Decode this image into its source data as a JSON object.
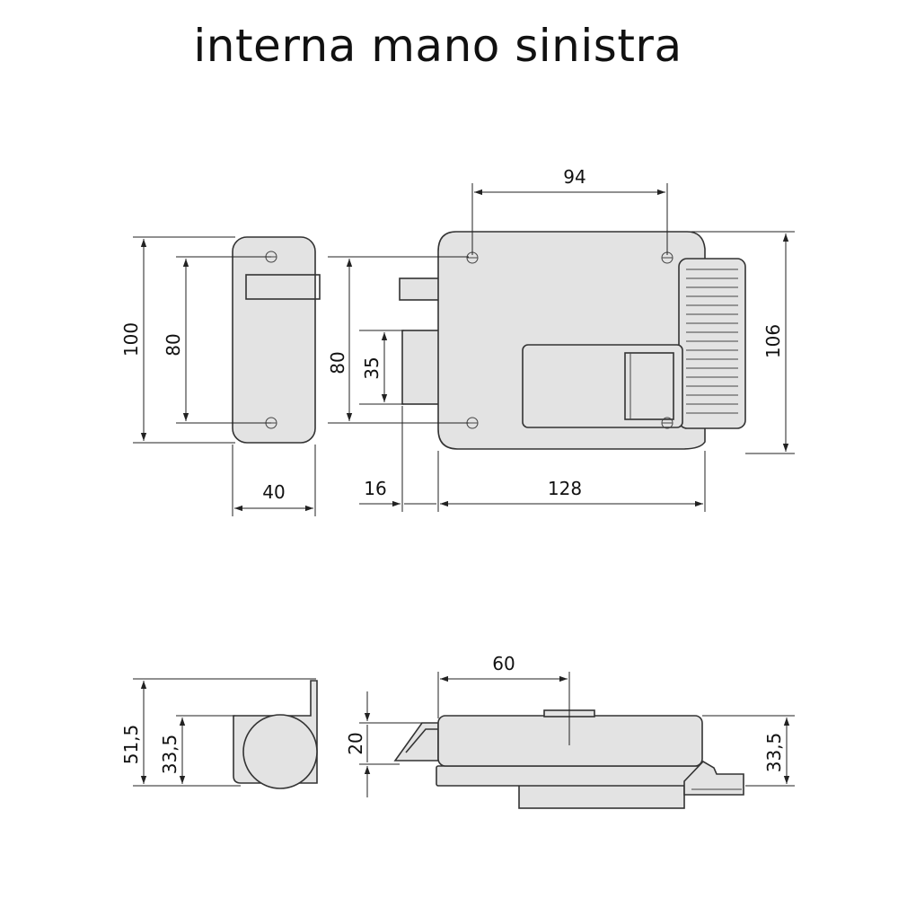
{
  "title": "interna mano sinistra",
  "dimensions": {
    "d94": "94",
    "d100": "100",
    "d80_left": "80",
    "d80_mid": "80",
    "d35": "35",
    "d106": "106",
    "d40": "40",
    "d16": "16",
    "d128": "128",
    "d60": "60",
    "d51_5": "51,5",
    "d33_5_left": "33,5",
    "d20": "20",
    "d33_5_right": "33,5"
  }
}
